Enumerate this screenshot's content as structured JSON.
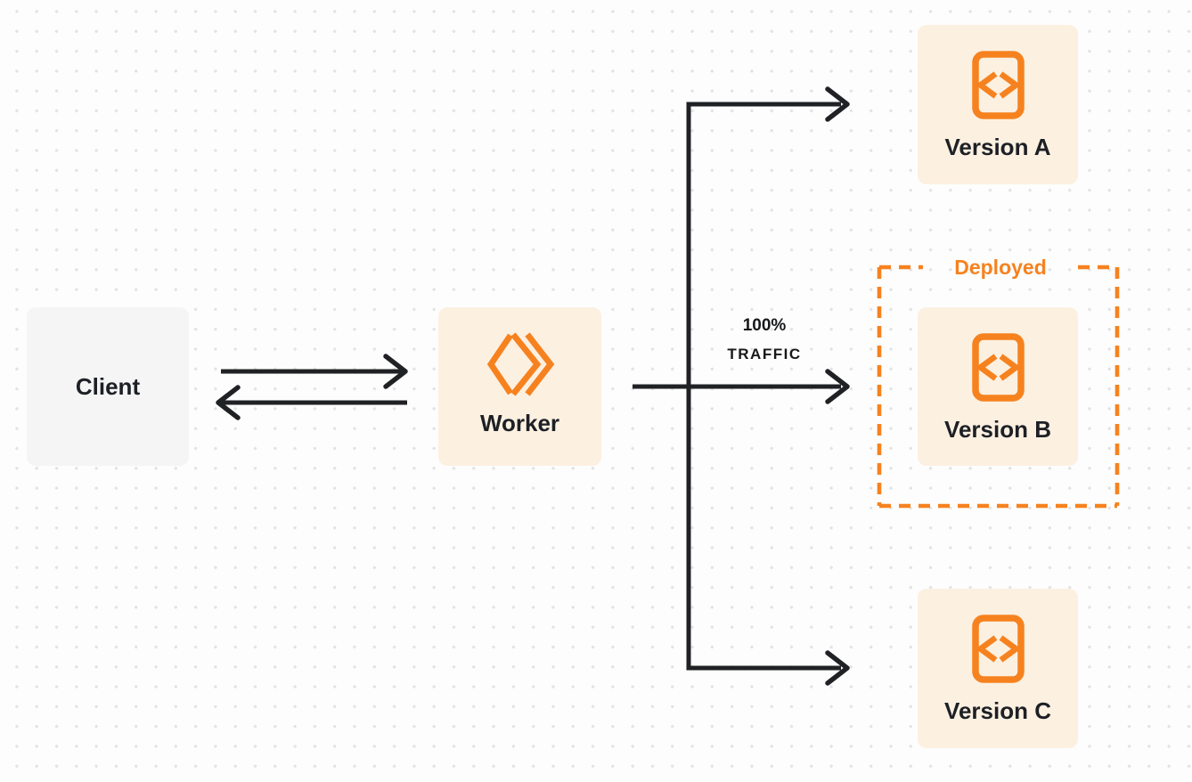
{
  "diagram": {
    "type": "worker-version-routing",
    "nodes": {
      "client": {
        "label": "Client"
      },
      "worker": {
        "label": "Worker"
      },
      "version_a": {
        "label": "Version A"
      },
      "version_b": {
        "label": "Version B"
      },
      "version_c": {
        "label": "Version C"
      }
    },
    "labels": {
      "traffic_percent": "100%",
      "traffic_word": "TRAFFIC",
      "deployed": "Deployed"
    },
    "edges": [
      {
        "from": "client",
        "to": "worker",
        "style": "double-arrow"
      },
      {
        "from": "worker",
        "to": "version_a",
        "style": "arrow"
      },
      {
        "from": "worker",
        "to": "version_b",
        "style": "arrow",
        "label": "100% TRAFFIC"
      },
      {
        "from": "worker",
        "to": "version_c",
        "style": "arrow"
      }
    ],
    "icons": {
      "worker_icon": "workers-logo-icon",
      "version_icon": "code-file-icon"
    },
    "colors": {
      "accent_orange": "#f6821f",
      "node_cream": "#fcf0e1",
      "client_gray": "#f5f5f6",
      "connector_dark": "#202124",
      "background": "#fdfdfd",
      "grid_dot": "#e3e3e5"
    }
  }
}
